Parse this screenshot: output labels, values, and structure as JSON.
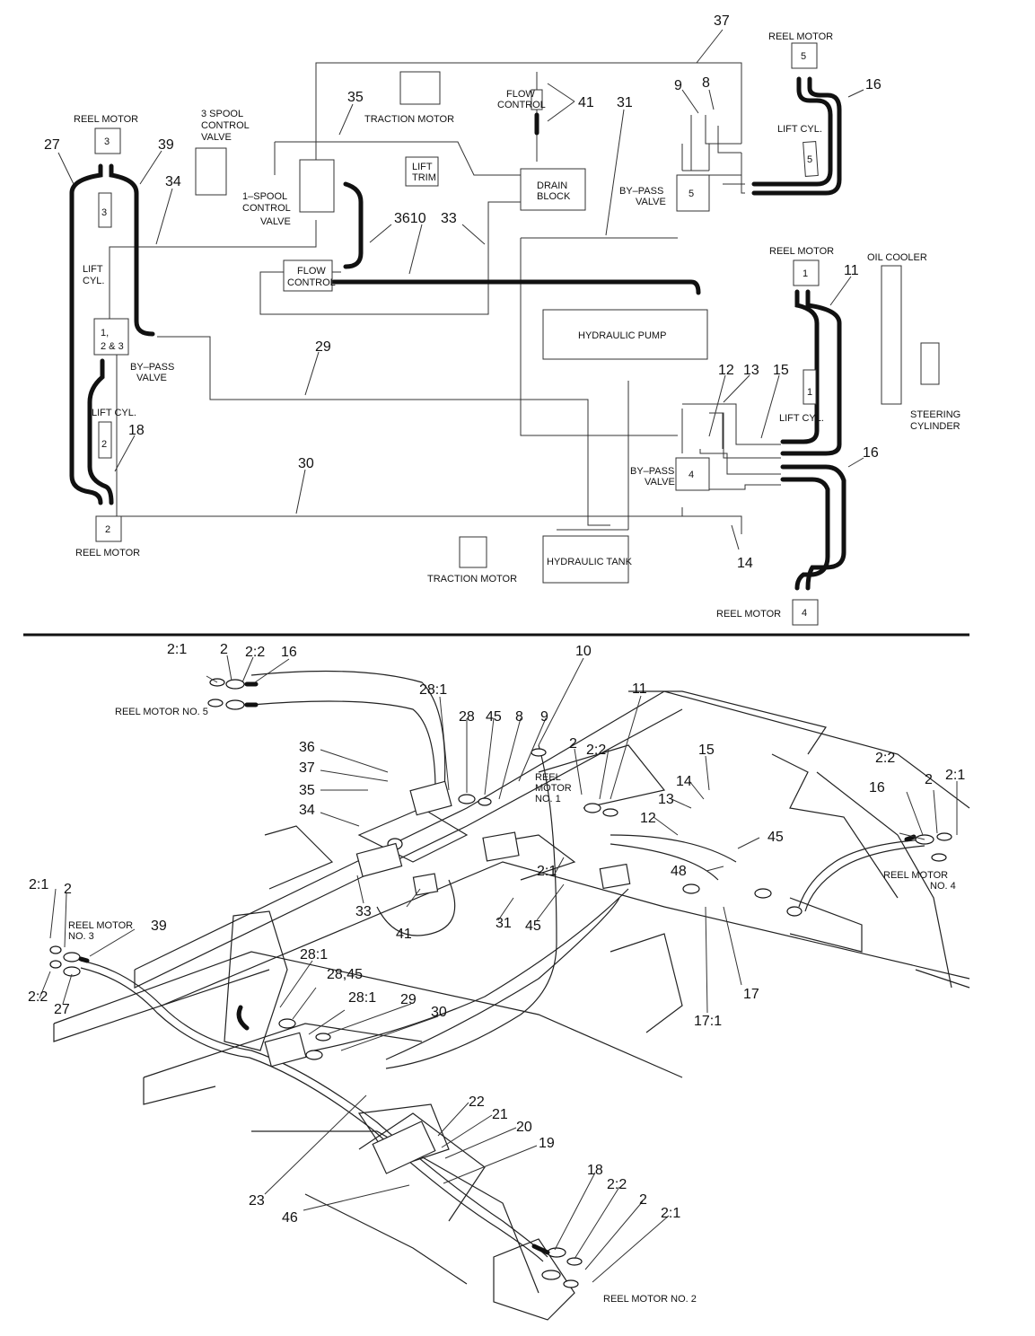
{
  "schematic": {
    "components": {
      "reel_motor_5": "REEL MOTOR",
      "reel_motor_5_num": "5",
      "reel_motor_3": "REEL MOTOR",
      "reel_motor_3_num": "3",
      "reel_motor_2": "REEL MOTOR",
      "reel_motor_2_num": "2",
      "reel_motor_1": "REEL MOTOR",
      "reel_motor_1_num": "1",
      "reel_motor_4": "REEL MOTOR",
      "reel_motor_4_num": "4",
      "spool3_l1": "3 SPOOL",
      "spool3_l2": "CONTROL",
      "spool3_l3": "VALVE",
      "traction_top": "TRACTION MOTOR",
      "traction_bottom": "TRACTION MOTOR",
      "flow_control_top_l1": "FLOW",
      "flow_control_top_l2": "CONTROL",
      "spool1_l1": "1–SPOOL",
      "spool1_l2": "CONTROL",
      "spool1_l3": "VALVE",
      "lift_trim_l1": "LIFT",
      "lift_trim_l2": "TRIM",
      "drain_l1": "DRAIN",
      "drain_l2": "BLOCK",
      "bypass5_l1": "BY–PASS",
      "bypass5_l2": "VALVE",
      "bypass5_num": "5",
      "bypass123_l1": "BY–PASS",
      "bypass123_l2": "VALVE",
      "bypass123_n1": "1,",
      "bypass123_n2": "2 & 3",
      "bypass4_l1": "BY–PASS",
      "bypass4_l2": "VALVE",
      "bypass4_num": "4",
      "lift_cyl_5": "LIFT CYL.",
      "lift_cyl_5_num": "5",
      "lift_cyl_3_l1": "LIFT",
      "lift_cyl_3_l2": "CYL.",
      "lift_cyl_3_num": "3",
      "lift_cyl_2": "LIFT CYL.",
      "lift_cyl_2_num": "2",
      "lift_cyl_1": "LIFT CYL.",
      "lift_cyl_1_num": "1",
      "flow_control_box_l1": "FLOW",
      "flow_control_box_l2": "CONTROL",
      "hydraulic_pump": "HYDRAULIC PUMP",
      "hydraulic_tank": "HYDRAULIC TANK",
      "oil_cooler": "OIL COOLER",
      "steering_l1": "STEERING",
      "steering_l2": "CYLINDER"
    },
    "callouts": {
      "c37": "37",
      "c35": "35",
      "c41": "41",
      "c31": "31",
      "c9": "9",
      "c8": "8",
      "c16a": "16",
      "c27": "27",
      "c39": "39",
      "c34": "34",
      "c3610": "3610",
      "c33": "33",
      "c29": "29",
      "c11": "11",
      "c12": "12",
      "c13": "13",
      "c15": "15",
      "c18": "18",
      "c30": "30",
      "c16b": "16",
      "c14": "14"
    }
  },
  "assembly": {
    "labels": {
      "reel5": "REEL MOTOR NO. 5",
      "reel1_l1": "REEL",
      "reel1_l2": "MOTOR",
      "reel1_l3": "NO. 1",
      "reel3_l1": "REEL MOTOR",
      "reel3_l2": "NO. 3",
      "reel4_l1": "REEL MOTOR",
      "reel4_l2": "NO. 4",
      "reel2": "REEL MOTOR NO. 2"
    },
    "callouts": {
      "t21a": "2:1",
      "t2a": "2",
      "t22a": "2:2",
      "t16a": "16",
      "t10": "10",
      "t281a": "28:1",
      "t28": "28",
      "t45a": "45",
      "t8": "8",
      "t9": "9",
      "t11": "11",
      "t2b": "2",
      "t22b": "2:2",
      "t36": "36",
      "t37": "37",
      "t35": "35",
      "t34": "34",
      "t15": "15",
      "t14": "14",
      "t13": "13",
      "t12": "12",
      "t22c": "2:2",
      "t2c": "2",
      "t21c": "2:1",
      "t16c": "16",
      "t45b": "45",
      "t48": "48",
      "t21b": "2:1",
      "t21d": "2:1",
      "t2d": "2",
      "t39": "39",
      "t33": "33",
      "t31": "31",
      "t45c": "45",
      "t41": "41",
      "t22d": "2:2",
      "t27": "27",
      "t281b": "28:1",
      "t2845": "28,45",
      "t281c": "28:1",
      "t29": "29",
      "t30": "30",
      "t17": "17",
      "t171": "17:1",
      "t22": "22",
      "t21": "21",
      "t20": "20",
      "t19": "19",
      "t23": "23",
      "t46": "46",
      "t18": "18",
      "t22e": "2:2",
      "t2e": "2",
      "t21e": "2:1"
    }
  }
}
